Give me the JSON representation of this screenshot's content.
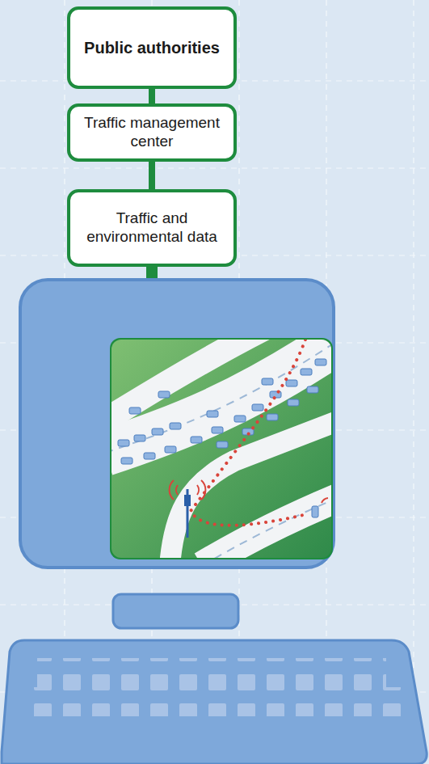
{
  "diagram": {
    "nodes": [
      {
        "text": [
          "Public authorities"
        ]
      },
      {
        "text": [
          "Traffic management center"
        ]
      },
      {
        "text": [
          "Traffic and environmental data"
        ]
      }
    ],
    "edges": [
      {
        "from": 0,
        "to": 1,
        "arrow": "none"
      },
      {
        "from": 1,
        "to": 2,
        "arrow": "none"
      }
    ]
  }
}
